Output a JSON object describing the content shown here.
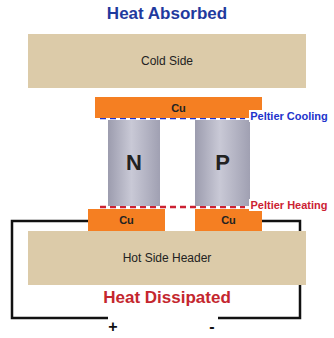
{
  "diagram": {
    "title": "Heat Absorbed",
    "caption": "Heat Dissipated",
    "nodes": [
      {
        "text": [
          "Cold Side"
        ]
      },
      {
        "text": [
          "Cu"
        ]
      },
      {
        "text": [
          "N"
        ]
      },
      {
        "text": [
          "P"
        ]
      },
      {
        "text": [
          "Cu"
        ]
      },
      {
        "text": [
          "Cu"
        ]
      },
      {
        "text": [
          "Hot Side Header"
        ]
      }
    ],
    "labels": [
      "Peltier Cooling",
      "Peltier Heating",
      "+",
      "-"
    ]
  }
}
